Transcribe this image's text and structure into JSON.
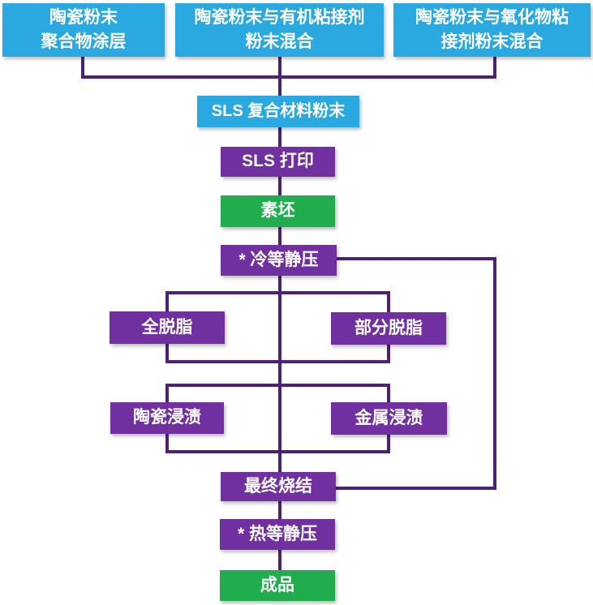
{
  "diagram_type": "flowchart",
  "colors": {
    "source_box": "#29A9E0",
    "process_box": "#7030A0",
    "result_box": "#21AD4D",
    "line": "#4E2178",
    "text": "#FFFFFF",
    "background": "#FFFFFF"
  },
  "nodes": {
    "powder_coating": {
      "label": "陶瓷粉末\n聚合物涂层"
    },
    "organic_binder_mix": {
      "label": "陶瓷粉末与有机粘接剂\n粉末混合"
    },
    "oxide_binder_mix": {
      "label": "陶瓷粉末与氧化物粘\n接剂粉末混合"
    },
    "sls_composite_powder": {
      "label": "SLS 复合材料粉末"
    },
    "sls_printing": {
      "label": "SLS 打印"
    },
    "green_body": {
      "label": "素坯"
    },
    "cold_isostatic_pressing": {
      "label": "* 冷等静压"
    },
    "full_debinding": {
      "label": "全脱脂"
    },
    "partial_debinding": {
      "label": "部分脱脂"
    },
    "ceramic_infiltration": {
      "label": "陶瓷浸渍"
    },
    "metal_infiltration": {
      "label": "金属浸渍"
    },
    "final_sintering": {
      "label": "最终烧结"
    },
    "hot_isostatic_pressing": {
      "label": "* 热等静压"
    },
    "finished_product": {
      "label": "成品"
    }
  }
}
